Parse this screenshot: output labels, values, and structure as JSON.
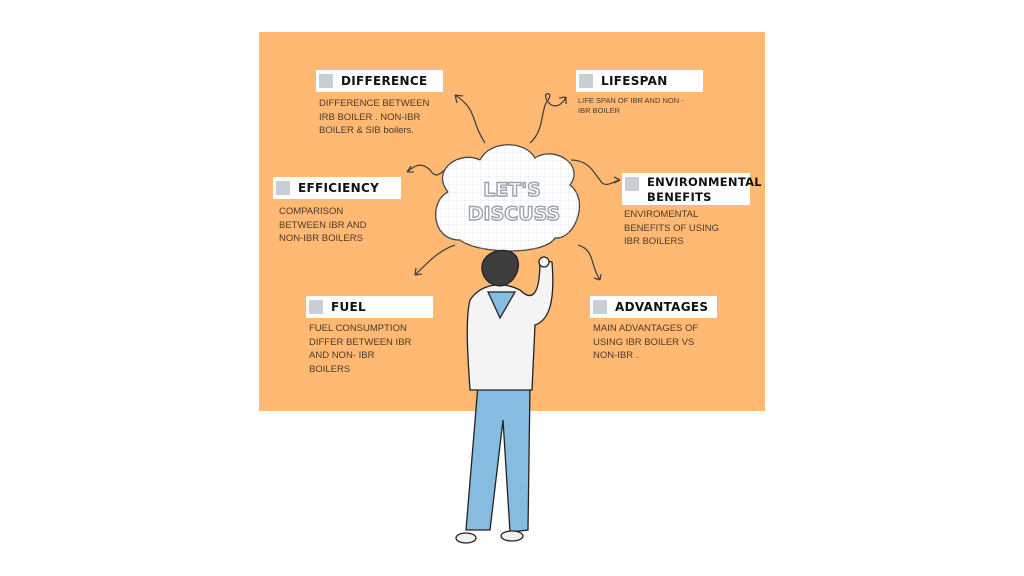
{
  "center": {
    "line1": "LET'S",
    "line2": "DISCUSS"
  },
  "topics": [
    {
      "title": "DIFFERENCE",
      "text": "DIFFERENCE BETWEEN\nIRB BOILER . NON-IBR\nBOILER  & SIB boilers."
    },
    {
      "title": "LIFESPAN",
      "text": "LIFE SPAN OF IBR AND NON -\nIBR BOILER"
    },
    {
      "title": "EFFICIENCY",
      "text": "COMPARISON\nBETWEEN IBR AND\nNON-IBR BOILERS"
    },
    {
      "title": "ENVIRONMENTAL\nBENEFITS",
      "text": "ENVIROMENTAL\nBENEFITS OF USING\nIBR BOILERS"
    },
    {
      "title": "FUEL",
      "text": "FUEL CONSUMPTION\nDIFFER BETWEEN IBR\nAND NON- IBR\nBOILERS"
    },
    {
      "title": "ADVANTAGES",
      "text": "MAIN ADVANTAGES OF\nUSING IBR BOILER VS\nNON-IBR ."
    }
  ],
  "colors": {
    "panel": "#FFB973",
    "hoodie": "#F4F4F4",
    "pants": "#86BCE0"
  }
}
